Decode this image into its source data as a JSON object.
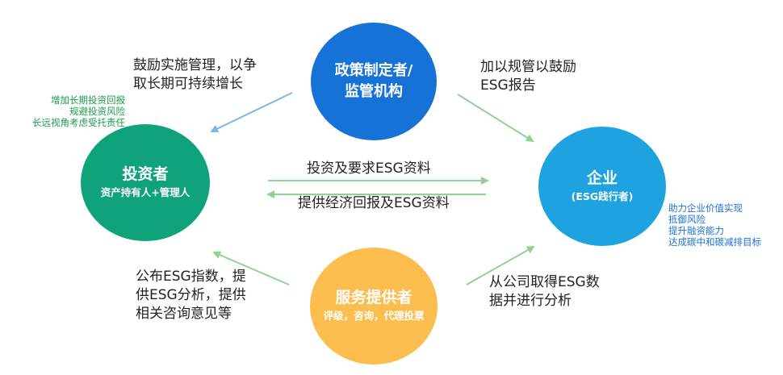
{
  "nodes": {
    "policy": {
      "title_line1": "政策制定者/",
      "title_line2": "监管机构",
      "color": "#1772d8"
    },
    "investor": {
      "title": "投资者",
      "subtitle": "资产持有人+管理人",
      "color": "#0fa27b"
    },
    "company": {
      "title": "企业",
      "subtitle": "(ESG践行者)",
      "color": "#1ea3e0"
    },
    "service": {
      "title": "服务提供者",
      "subtitle": "评级，咨询，代理投票",
      "color": "#fcbd4f"
    }
  },
  "edges": {
    "policy_to_investor": {
      "line1": "鼓励实施管理，以争",
      "line2": "取长期可持续增长",
      "color": "#7ab6e6"
    },
    "policy_to_company": {
      "line1": "加以规管以鼓励",
      "line2": "ESG报告",
      "color": "#8fd392"
    },
    "investor_to_company": {
      "text": "投资及要求ESG资料",
      "color": "#8fd392"
    },
    "company_to_investor": {
      "text": "提供经济回报及ESG资料",
      "color": "#8fd392"
    },
    "service_to_investor": {
      "line1": "公布ESG指数，提",
      "line2": "供ESG分析，提供",
      "line3": "相关咨询意见等",
      "color": "#8fd392"
    },
    "service_to_company": {
      "line1": "从公司取得ESG数",
      "line2": "据并进行分析",
      "color": "#8fd392"
    }
  },
  "investor_benefits": [
    "增加长期投资回报",
    "规避投资风险",
    "长远视角考虑受托责任"
  ],
  "company_benefits": [
    "助力企业价值实现",
    "抵御风险",
    "提升融资能力",
    "达成碳中和碳减排目标"
  ]
}
